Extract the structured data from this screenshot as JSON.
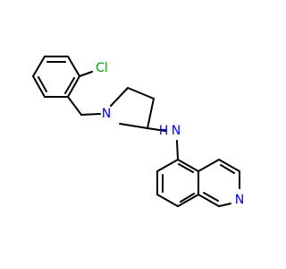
{
  "atoms": {
    "chlorine": {
      "text": "Cl",
      "color": "#00a000"
    },
    "pyrrolidine_nitrogen": {
      "text": "N",
      "color": "#0000ff"
    },
    "amine_nitrogen": {
      "text": "N",
      "color": "#0000ff"
    },
    "amine_hydrogen": {
      "text": "H",
      "color": "#0000ff"
    },
    "isoquinoline_nitrogen": {
      "text": "N",
      "color": "#0000ff"
    }
  },
  "colors": {
    "bond": "#000000",
    "background": "#ffffff"
  }
}
